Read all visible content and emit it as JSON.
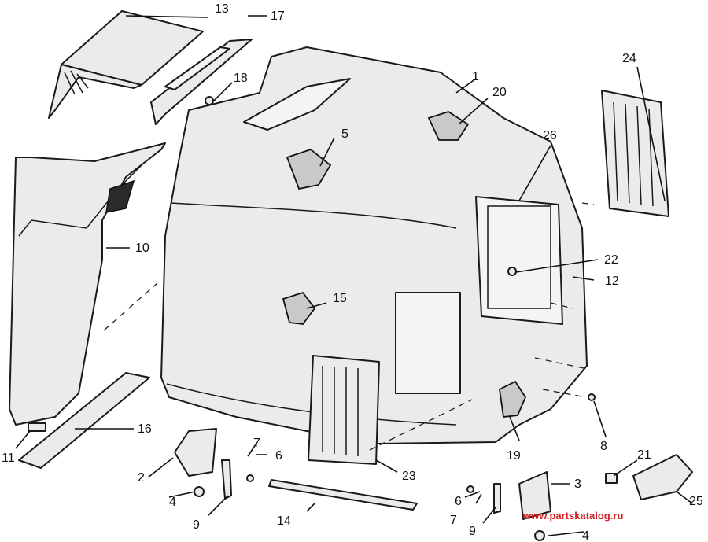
{
  "diagram": {
    "callouts": [
      "1",
      "2",
      "3",
      "4",
      "5",
      "6",
      "7",
      "8",
      "9",
      "10",
      "11",
      "12",
      "13",
      "14",
      "15",
      "16",
      "17",
      "18",
      "19",
      "20",
      "21",
      "22",
      "23",
      "24",
      "25",
      "26"
    ],
    "callouts_repeat": {
      "c4b": "4",
      "c6b": "6",
      "c7b": "7",
      "c9b": "9"
    },
    "watermark": "www.partskatalog.ru",
    "colors": {
      "line": "#1a1a1a",
      "part_fill": "#ebebeb",
      "watermark": "#d21f1f"
    }
  }
}
